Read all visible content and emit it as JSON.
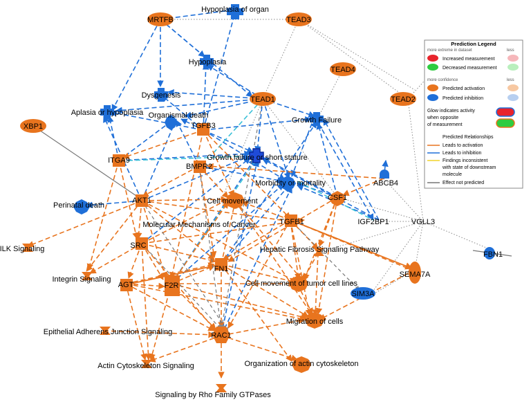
{
  "colors": {
    "activation": "#e8741e",
    "inhibition": "#1f6fd8",
    "inconsistent": "#f2d42a",
    "not_predicted": "#777777",
    "network_gray": "#888888",
    "cyan": "#39c0d8"
  },
  "nodes": {
    "mrtfb": "MRTFB",
    "hypoplasia_organ": "Hypoplasia of organ",
    "tead3": "TEAD3",
    "hypoplasia": "Hypoplasia",
    "tead4": "TEAD4",
    "dysgenesis": "Dysgenesis",
    "tead1": "TEAD1",
    "tead2": "TEAD2",
    "aplasia": "Aplasia or hypoplasia",
    "organismal_death": "Organismal death",
    "tgfb3": "TGFB3",
    "growth_failure": "Growth Failure",
    "xbp1": "XBP1",
    "itga9": "ITGA9",
    "growth_failure_short": "Growth failure or short stature",
    "abcb4": "ABCB4",
    "bmpr2": "BMPR2",
    "morbidity": "Morbidity or mortality",
    "perinatal_death": "Perinatal death",
    "akt1": "AKT1",
    "cell_movement": "Cell movement",
    "csf1": "CSF1",
    "mol_mech_cancer": "Molecular Mechanisms of Cancer",
    "tgfb1": "TGFB1",
    "igf2bp1": "IGF2BP1",
    "vgll3": "VGLL3",
    "ilk": "ILK Signaling",
    "src": "SRC",
    "hepatic": "Hepatic Fibrosis Signaling Pathway",
    "fbn1": "FBN1",
    "integrin": "Integrin Signaling",
    "agt": "AGT",
    "f2r": "F2R",
    "fn1": "FN1",
    "cell_mov_tumor": "Cell movement of tumor cell lines",
    "sema7a": "SEMA7A",
    "sim": "SIM3A",
    "epithelial": "Epithelial Adherens Junction Signaling",
    "migration": "Migration of cells",
    "rac1": "RAC1",
    "actin_cyto": "Actin Cytoskeleton Signaling",
    "org_actin": "Organization of actin cytoskeleton",
    "rho": "Signaling by Rho Family GTPases"
  },
  "legend": {
    "title": "Prediction Legend",
    "more_extreme": "more extreme in dataset",
    "less": "less",
    "increased": "Increased measurement",
    "decreased": "Decreased measurement",
    "more_confidence": "more confidence",
    "activation": "Predicted activation",
    "inhibition": "Predicted inhibition",
    "glow_line1": "Glow indicates activity",
    "glow_line2": "when opposite",
    "glow_line3": "of measurement",
    "rel_title": "Predicted Relationships",
    "leads_activation": "Leads to activation",
    "leads_inhibition": "Leads to inhibition",
    "findings_line1": "Findings inconsistent",
    "findings_line2": "with state of downstream",
    "findings_line3": "molecule",
    "not_predicted": "Effect not predicted"
  }
}
